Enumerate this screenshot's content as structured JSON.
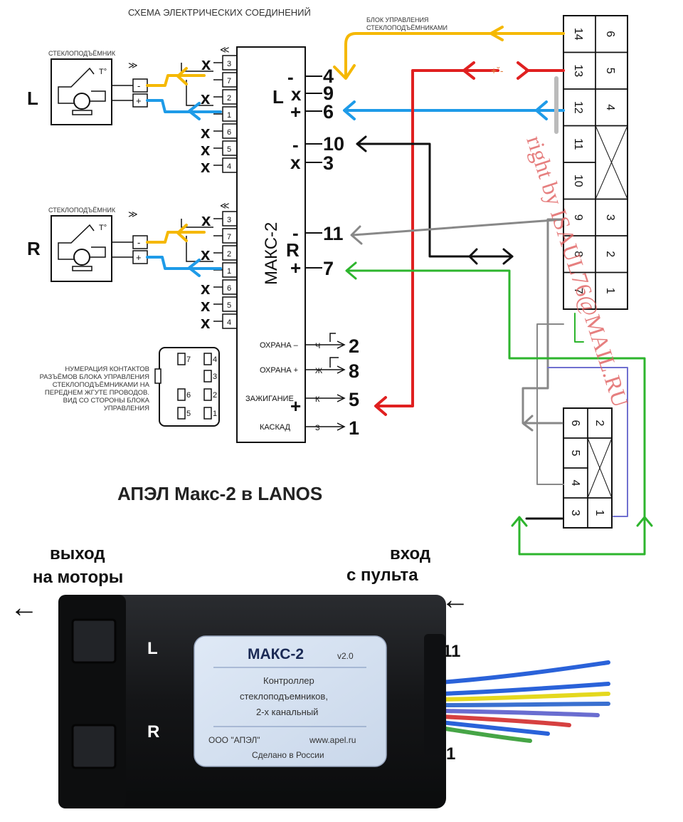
{
  "diagram": {
    "header": "СХЕМА ЭЛЕКТРИЧЕСКИХ СОЕДИНЕНИЙ",
    "control_unit_label": "БЛОК УПРАВЛЕНИЯ СТЕКЛОПОДЪЁМНИКАМИ",
    "motor_label": "СТЕКЛОПОДЪЁМНИК",
    "motor_temp": "T°",
    "side_left": "L",
    "side_right": "R",
    "module_name": "МАКС-2",
    "left_block": {
      "side": "L",
      "pins": [
        "4",
        "9",
        "6"
      ],
      "signs": [
        "-",
        "x",
        "+"
      ]
    },
    "mid_block": {
      "pins": [
        "10",
        "3"
      ],
      "signs": [
        "-",
        "x"
      ]
    },
    "right_block": {
      "side": "R",
      "pins": [
        "11",
        "7"
      ],
      "signs": [
        "-",
        "+"
      ]
    },
    "bottom_inputs": [
      {
        "label": "ОХРАНА –",
        "wire": "Ч",
        "pin": "2"
      },
      {
        "label": "ОХРАНА +",
        "wire": "Ж",
        "pin": "8"
      },
      {
        "label": "ЗАЖИГАНИЕ",
        "wire": "К",
        "pin": "5"
      },
      {
        "label": "КАСКАД",
        "wire": "З",
        "pin": "1"
      }
    ],
    "ignition_plus": "+",
    "connector_pins": [
      "3",
      "7",
      "2",
      "1",
      "6",
      "5",
      "4"
    ],
    "x_mark": "x",
    "pin_note": "НУМЕРАЦИЯ КОНТАКТОВ РАЗЪЁМОВ БЛОКА УПРАВЛЕНИЯ СТЕКЛОПОДЪЁМНИКАМИ НА ПЕРЕДНЕМ ЖГУТЕ ПРОВОДОВ. ВИД СО СТОРОНЫ БЛОКА УПРАВЛЕНИЯ",
    "pin_note_lines": [
      "НУМЕРАЦИЯ КОНТАКТОВ",
      "РАЗЪЁМОВ БЛОКА УПРАВЛЕНИЯ",
      "СТЕКЛОПОДЪЁМНИКАМИ НА",
      "ПЕРЕДНЕМ ЖГУТЕ ПРОВОДОВ.",
      "ВИД СО СТОРОНЫ БЛОКА",
      "УПРАВЛЕНИЯ"
    ],
    "pinout_numbers": [
      "7",
      "4",
      "3",
      "6",
      "2",
      "5",
      "1"
    ],
    "big_connector": {
      "left": [
        "14",
        "13",
        "12",
        "11",
        "10",
        "9",
        "8",
        "7"
      ],
      "right": [
        "6",
        "5",
        "4",
        "3",
        "2",
        "1"
      ]
    },
    "small_connector": {
      "left": [
        "6",
        "5",
        "4",
        "3"
      ],
      "right": [
        "2",
        "1"
      ]
    },
    "watermark": "right by ISAUL76@MAIL.RU",
    "title": "АПЭЛ Макс-2 в LANOS"
  },
  "photo": {
    "output_label": [
      "выход",
      "на моторы"
    ],
    "input_label": [
      "вход",
      "с пульта"
    ],
    "arrow": "←",
    "side_left": "L",
    "side_right": "R",
    "pin_top": "11",
    "pin_bottom": "1",
    "plate": {
      "model": "МАКС-2",
      "version": "v2.0",
      "line1": "Контроллер",
      "line2": "стеклоподъемников,",
      "line3": "2-х канальный",
      "company": "ООО \"АПЭЛ\"",
      "site": "www.apel.ru",
      "made": "Сделано в России"
    }
  },
  "colors": {
    "yellow": "#f5b800",
    "blue": "#1e9be8",
    "red": "#e02020",
    "black": "#111111",
    "gray": "#888888",
    "green": "#2db52d",
    "purple": "#7070d0",
    "body": "#151618"
  }
}
